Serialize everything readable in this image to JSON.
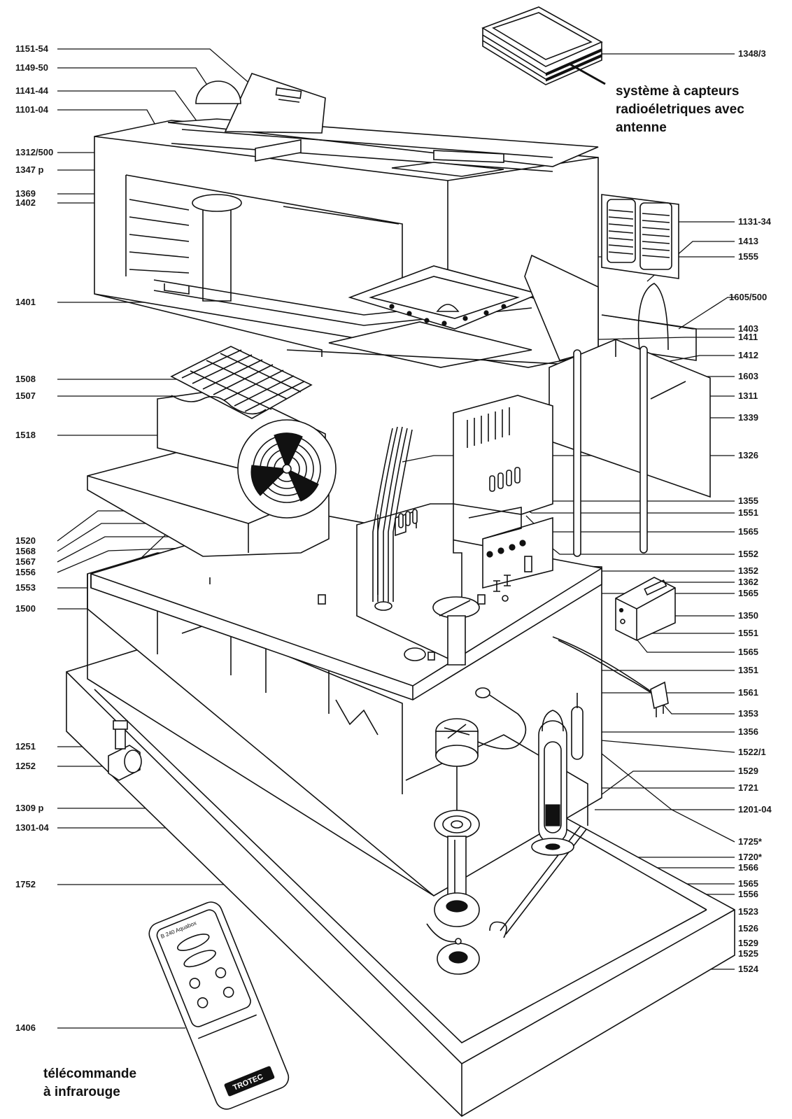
{
  "labels_left": [
    "1151-54",
    "1149-50",
    "1141-44",
    "1101-04",
    "1312/500",
    "1347 p",
    "1369",
    "1402",
    "1401",
    "1508",
    "1507",
    "1518",
    "1520",
    "1568",
    "1567",
    "1556",
    "1553",
    "1500",
    "1251",
    "1252",
    "1309 p",
    "1301-04",
    "1752",
    "1406"
  ],
  "labels_right": [
    "1348/3",
    "1131-34",
    "1413",
    "1555",
    "1605/500",
    "1403",
    "1411",
    "1412",
    "1603",
    "1311",
    "1339",
    "1326",
    "1355",
    "1551",
    "1565",
    "1552",
    "1352",
    "1362",
    "1565",
    "1350",
    "1551",
    "1565",
    "1351",
    "1561",
    "1353",
    "1356",
    "1522/1",
    "1529",
    "1721",
    "1201-04",
    "1725*",
    "1720*",
    "1566",
    "1565",
    "1556",
    "1523",
    "1526",
    "1529",
    "1525",
    "1524"
  ],
  "captions": {
    "sensor_line1": "système à capteurs",
    "sensor_line2": "radioéletriques avec",
    "sensor_line3": "antenne",
    "remote_line1": "télécommande",
    "remote_line2": "à infrarouge"
  },
  "remote": {
    "model_text": "B 240 Aquabox",
    "brand": "TROTEC"
  },
  "colors": {
    "ink": "#111111",
    "paper": "#ffffff"
  }
}
